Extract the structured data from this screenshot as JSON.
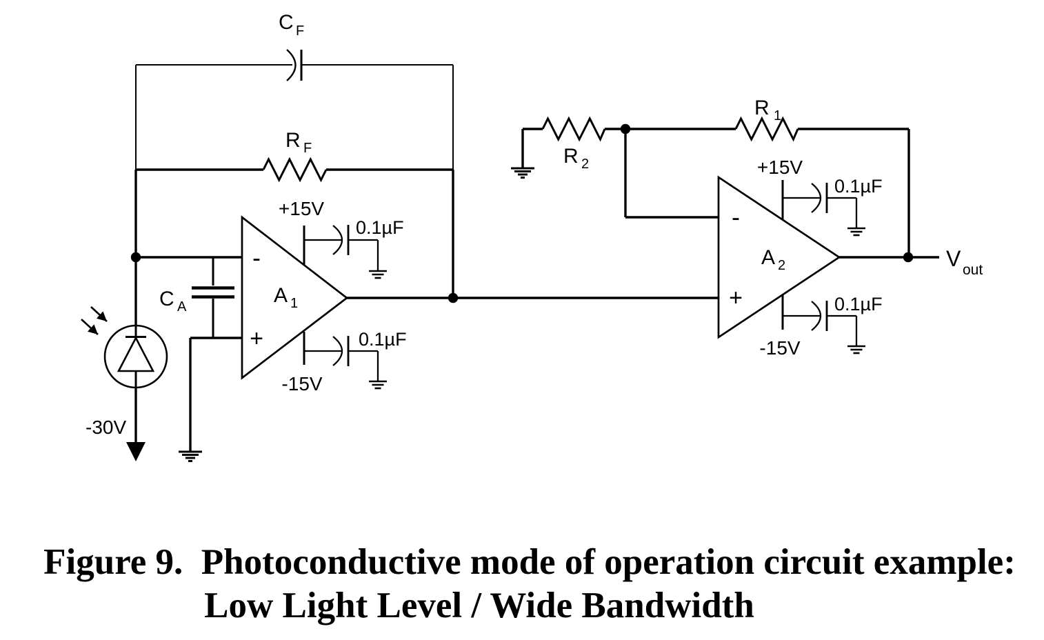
{
  "labels": {
    "cf": {
      "main": "C",
      "sub": "F"
    },
    "rf": {
      "main": "R",
      "sub": "F"
    },
    "ca": {
      "main": "C",
      "sub": "A"
    },
    "a1": {
      "main": "A",
      "sub": "1"
    },
    "a2": {
      "main": "A",
      "sub": "2"
    },
    "r1": {
      "main": "R",
      "sub": "1"
    },
    "r2": {
      "main": "R",
      "sub": "2"
    },
    "vout": {
      "main": "V",
      "sub": "out"
    }
  },
  "values": {
    "pos_supply": "+15V",
    "neg_supply": "-15V",
    "bias": "-30V",
    "decoupling_cap": "0.1µF"
  },
  "opamp_pins": {
    "inverting": "-",
    "noninverting": "+"
  },
  "caption": {
    "line1": "Figure 9.  Photoconductive mode of operation circuit example:",
    "line2": "Low Light Level / Wide Bandwidth"
  },
  "colors": {
    "ink": "#000000",
    "background": "#ffffff"
  }
}
